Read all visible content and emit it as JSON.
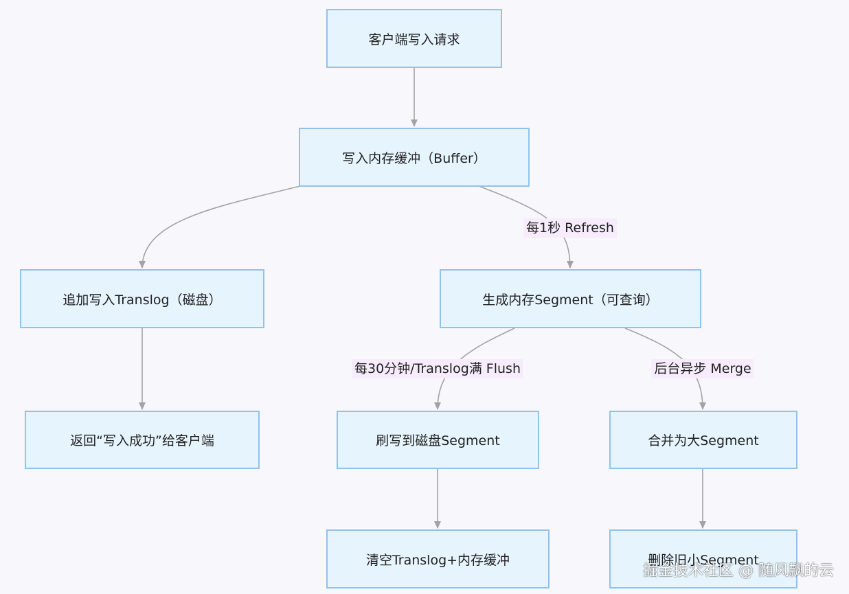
{
  "nodes": {
    "client_write": "客户端写入请求",
    "buffer": "写入内存缓冲（Buffer）",
    "translog": "追加写入Translog（磁盘）",
    "segment_mem": "生成内存Segment（可查询）",
    "return_ok": "返回“写入成功”给客户端",
    "flush_disk": "刷写到磁盘Segment",
    "merge_big": "合并为大Segment",
    "clear": "清空Translog+内存缓冲",
    "delete_small": "删除旧小Segment"
  },
  "edge_labels": {
    "refresh": "每1秒 Refresh",
    "flush": "每30分钟/Translog满 Flush",
    "merge": "后台异步 Merge"
  },
  "watermark": "掘金技术社区 @ 随风飘的云",
  "colors": {
    "node_fill": "#e6f4fd",
    "node_border": "#90c2ec",
    "edge": "#a3a3a3",
    "label_bg": "#f6ecfb",
    "background": "#f8f8fc"
  }
}
